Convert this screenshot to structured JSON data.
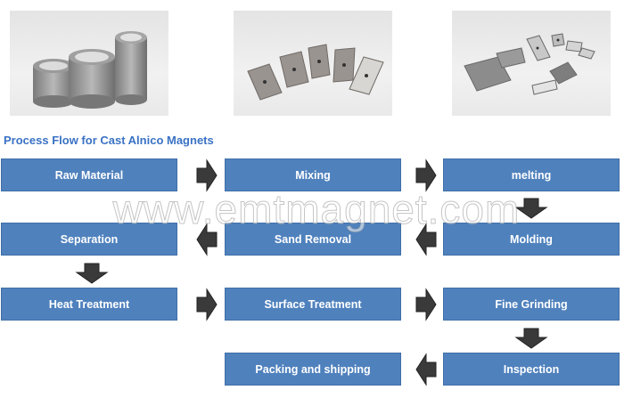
{
  "title": "Process Flow for Cast Alnico Magnets",
  "watermark": "www.emtmagnet.com",
  "steps": {
    "raw_material": "Raw Material",
    "mixing": "Mixing",
    "melting": "melting",
    "separation": "Separation",
    "sand_removal": "Sand Removal",
    "molding": "Molding",
    "heat_treatment": "Heat Treatment",
    "surface_treatment": "Surface Treatment",
    "fine_grinding": "Fine Grinding",
    "packing": "Packing and shipping",
    "inspection": "Inspection"
  },
  "colors": {
    "box": "#4f81bd",
    "title": "#3a72c4",
    "arrow": "#3a3a3a"
  }
}
